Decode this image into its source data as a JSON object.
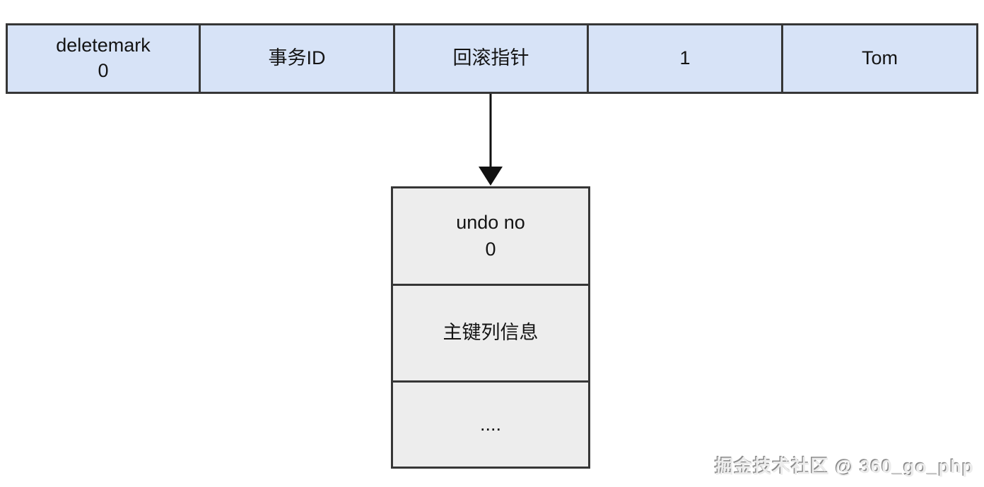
{
  "colors": {
    "row_fill": "#d7e3f7",
    "stack_fill": "#ededed",
    "border": "#363636",
    "text": "#141414"
  },
  "record_row": {
    "cells": [
      {
        "name": "deletemark",
        "lines": [
          "deletemark",
          "0"
        ]
      },
      {
        "name": "transaction-id",
        "lines": [
          "事务ID"
        ]
      },
      {
        "name": "rollback-pointer",
        "lines": [
          "回滚指针"
        ]
      },
      {
        "name": "id-value",
        "lines": [
          "1"
        ]
      },
      {
        "name": "name-value",
        "lines": [
          "Tom"
        ]
      }
    ]
  },
  "undo_log": {
    "cells": [
      {
        "name": "undo-no",
        "lines": [
          "undo no",
          "0"
        ]
      },
      {
        "name": "primary-key-info",
        "lines": [
          "主键列信息"
        ]
      },
      {
        "name": "ellipsis",
        "lines": [
          "...."
        ]
      }
    ]
  },
  "watermark": {
    "text": "掘金技术社区 @ 360_go_php"
  }
}
